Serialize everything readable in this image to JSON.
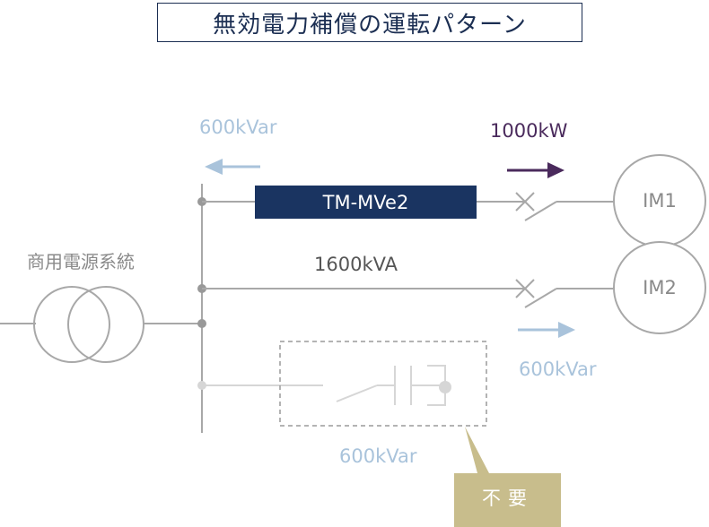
{
  "title": "無効電力補償の運転パターン",
  "labels": {
    "source": "商用電源系統",
    "reactive_top": "600kVar",
    "active_top": "1000kW",
    "device": "TM-MVe2",
    "capacity": "1600kVA",
    "motor1": "IM1",
    "motor2": "IM2",
    "reactive_right": "600kVar",
    "reactive_bottom": "600kVar",
    "callout": "不要"
  },
  "colors": {
    "navy": "#1a3461",
    "purple_arrow": "#4a2a5c",
    "light_blue": "#a9c3db",
    "line_gray": "#a8a8a8",
    "faded_gray": "#cfcfcf",
    "callout_fill": "#c8bd8c"
  }
}
